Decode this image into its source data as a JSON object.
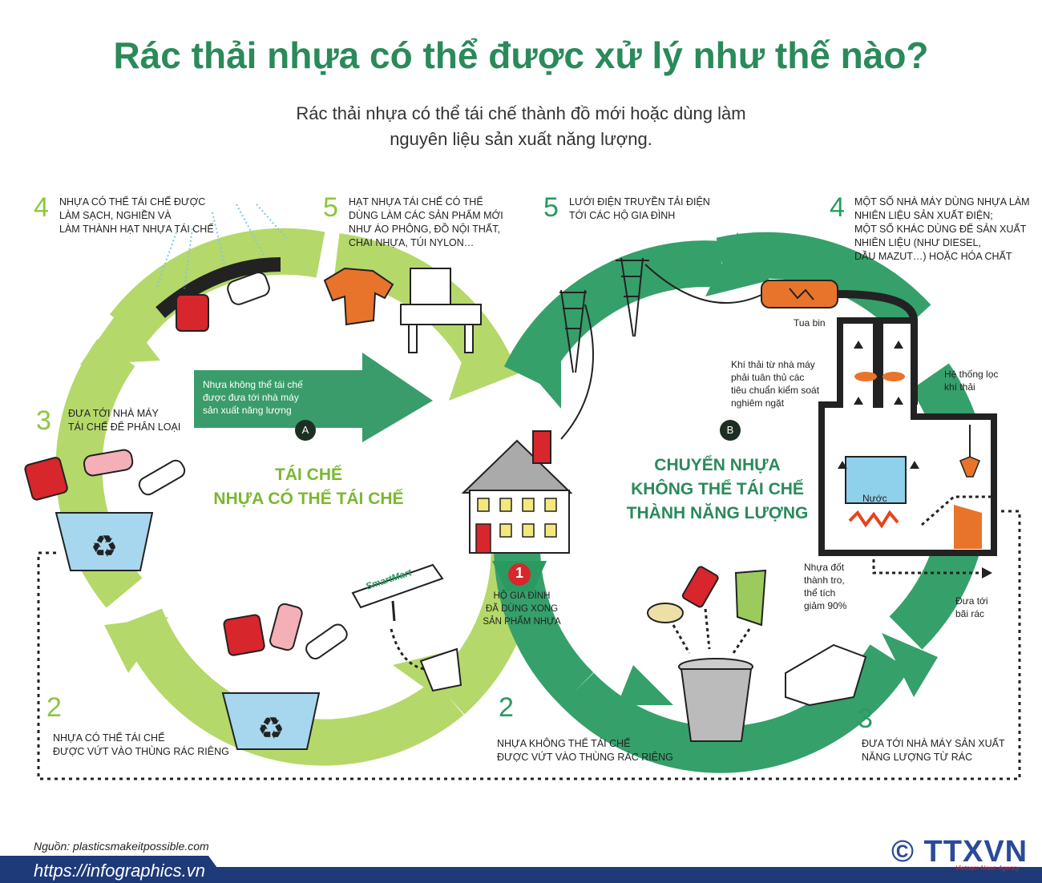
{
  "title": "Rác thải nhựa có thể được xử lý như thế nào?",
  "subtitle_line1": "Rác thải nhựa có thể tái chế thành đồ mới hoặc dùng làm",
  "subtitle_line2": "nguyên liệu sản xuất năng lượng.",
  "colors": {
    "light_green": "#8dc63f",
    "dark_green": "#2a9a60",
    "title_green": "#2a8a5a",
    "footer_blue": "#1e3a78"
  },
  "left_cycle": {
    "heading_line1": "TÁI CHẾ",
    "heading_line2": "NHỰA CÓ THỂ TÁI CHẾ",
    "step4": {
      "num": "4",
      "lines": [
        "NHỰA CÓ THỂ TÁI CHẾ ĐƯỢC",
        "LÀM SẠCH, NGHIỀN VÀ",
        "LÀM THÀNH HẠT NHỰA TÁI CHẾ"
      ]
    },
    "step5": {
      "num": "5",
      "lines": [
        "HẠT NHỰA TÁI CHẾ CÓ THỂ",
        "DÙNG LÀM CÁC SẢN PHẨM MỚI",
        "NHƯ ÁO PHÔNG, ĐỒ NỘI THẤT,",
        "CHAI NHỰA, TÚI NYLON…"
      ]
    },
    "step3": {
      "num": "3",
      "lines": [
        "ĐƯA TỚI NHÀ MÁY",
        "TÁI CHẾ ĐỂ PHÂN LOẠI"
      ]
    },
    "step2": {
      "num": "2",
      "lines": [
        "NHỰA CÓ THỂ TÁI CHẾ",
        "ĐƯỢC VỨT VÀO THÙNG RÁC RIÊNG"
      ]
    }
  },
  "arrow_a": {
    "lines": [
      "Nhựa không thể tái chế",
      "được đưa tới nhà máy",
      "sản xuất năng lượng"
    ],
    "label": "A"
  },
  "center": {
    "num": "1",
    "lines": [
      "HỘ GIA ĐÌNH",
      "ĐÃ DÙNG XONG",
      "SẢN PHẨM NHỰA"
    ],
    "store_sign": "SmartMart"
  },
  "right_cycle": {
    "heading_line1": "CHUYỂN NHỰA",
    "heading_line2": "KHÔNG THỂ TÁI CHẾ",
    "heading_line3": "THÀNH NĂNG LƯỢNG",
    "label": "B",
    "step5": {
      "num": "5",
      "lines": [
        "LƯỚI ĐIỆN TRUYỀN TẢI ĐIỆN",
        "TỚI CÁC HỘ GIA ĐÌNH"
      ]
    },
    "step4": {
      "num": "4",
      "lines": [
        "MỘT SỐ NHÀ MÁY DÙNG NHỰA LÀM",
        "NHIÊN LIỆU SẢN XUẤT ĐIỆN;",
        "MỘT SỐ KHÁC DÙNG ĐỂ SẢN XUẤT",
        "NHIÊN LIỆU (NHƯ DIESEL,",
        "DẦU MAZUT…) HOẶC HÓA CHẤT"
      ]
    },
    "step3": {
      "num": "3",
      "lines": [
        "ĐƯA TỚI NHÀ MÁY SẢN XUẤT",
        "NĂNG LƯỢNG TỪ RÁC"
      ]
    },
    "step2": {
      "num": "2",
      "lines": [
        "NHỰA KHÔNG THỂ TÁI CHẾ",
        "ĐƯỢC VỨT VÀO THÙNG  RÁC RIÊNG"
      ]
    },
    "turbine": "Tua bin",
    "emission_lines": [
      "Khí thải từ nhà máy",
      "phải tuân thủ các",
      "tiêu chuẩn kiểm soát",
      "nghiêm ngặt"
    ],
    "filter_lines": [
      "Hệ thống lọc",
      "khí thải"
    ],
    "water": "Nước",
    "ash_lines": [
      "Nhựa đốt",
      "thành tro,",
      "thể tích",
      "giảm 90%"
    ],
    "landfill_lines": [
      "Đưa tới",
      "bãi rác"
    ]
  },
  "footer": {
    "source": "Nguồn: plasticsmakeitpossible.com",
    "url": "https://infographics.vn",
    "logo": "© TTXVN",
    "logo_sub": "Vietnam News Agency"
  }
}
